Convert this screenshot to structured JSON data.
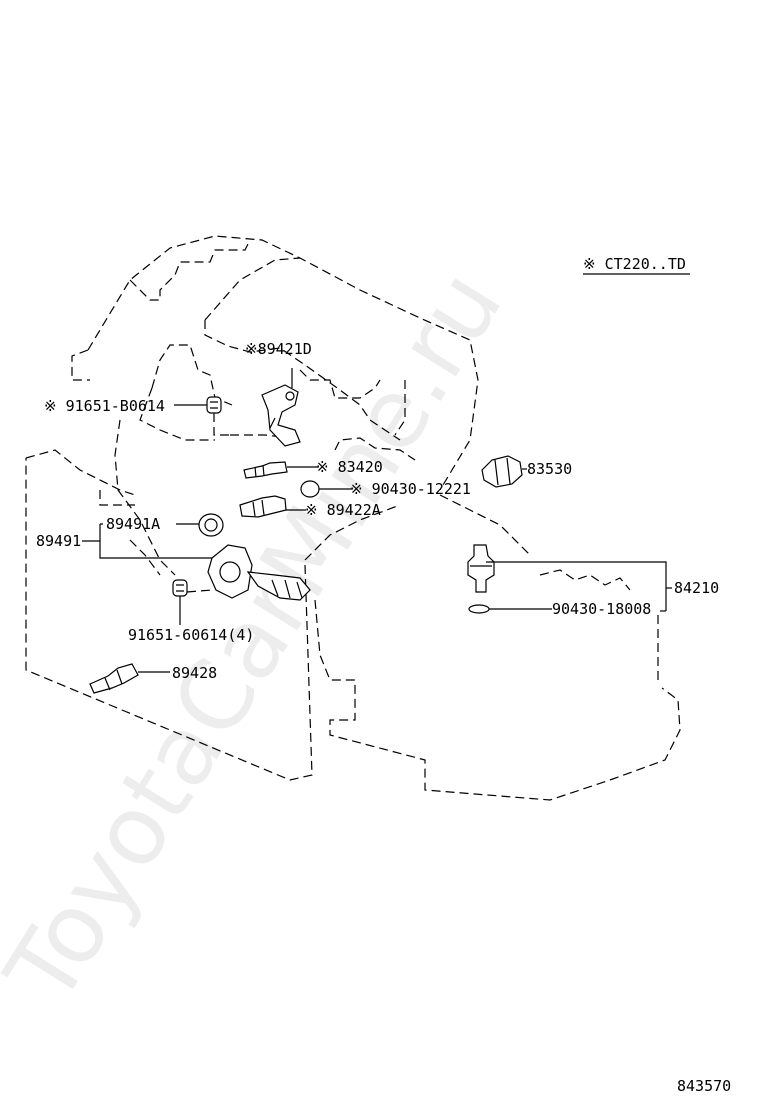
{
  "note": "※ CT220..TD",
  "labels": {
    "p89421d": "※89421D",
    "p91651b": "※ 91651-B0614",
    "p83420": "※ 83420",
    "p90430_12221": "※ 90430-12221",
    "p83530": "83530",
    "p89422a": "※ 89422A",
    "p89491a": "89491A",
    "p89491": "89491",
    "p84210": "84210",
    "p90430_18008": "90430-18008",
    "p91651_60614": "91651-60614(4)",
    "p89428": "89428",
    "catalog": "843570"
  },
  "watermark": "ToyotaCarMine.ru"
}
